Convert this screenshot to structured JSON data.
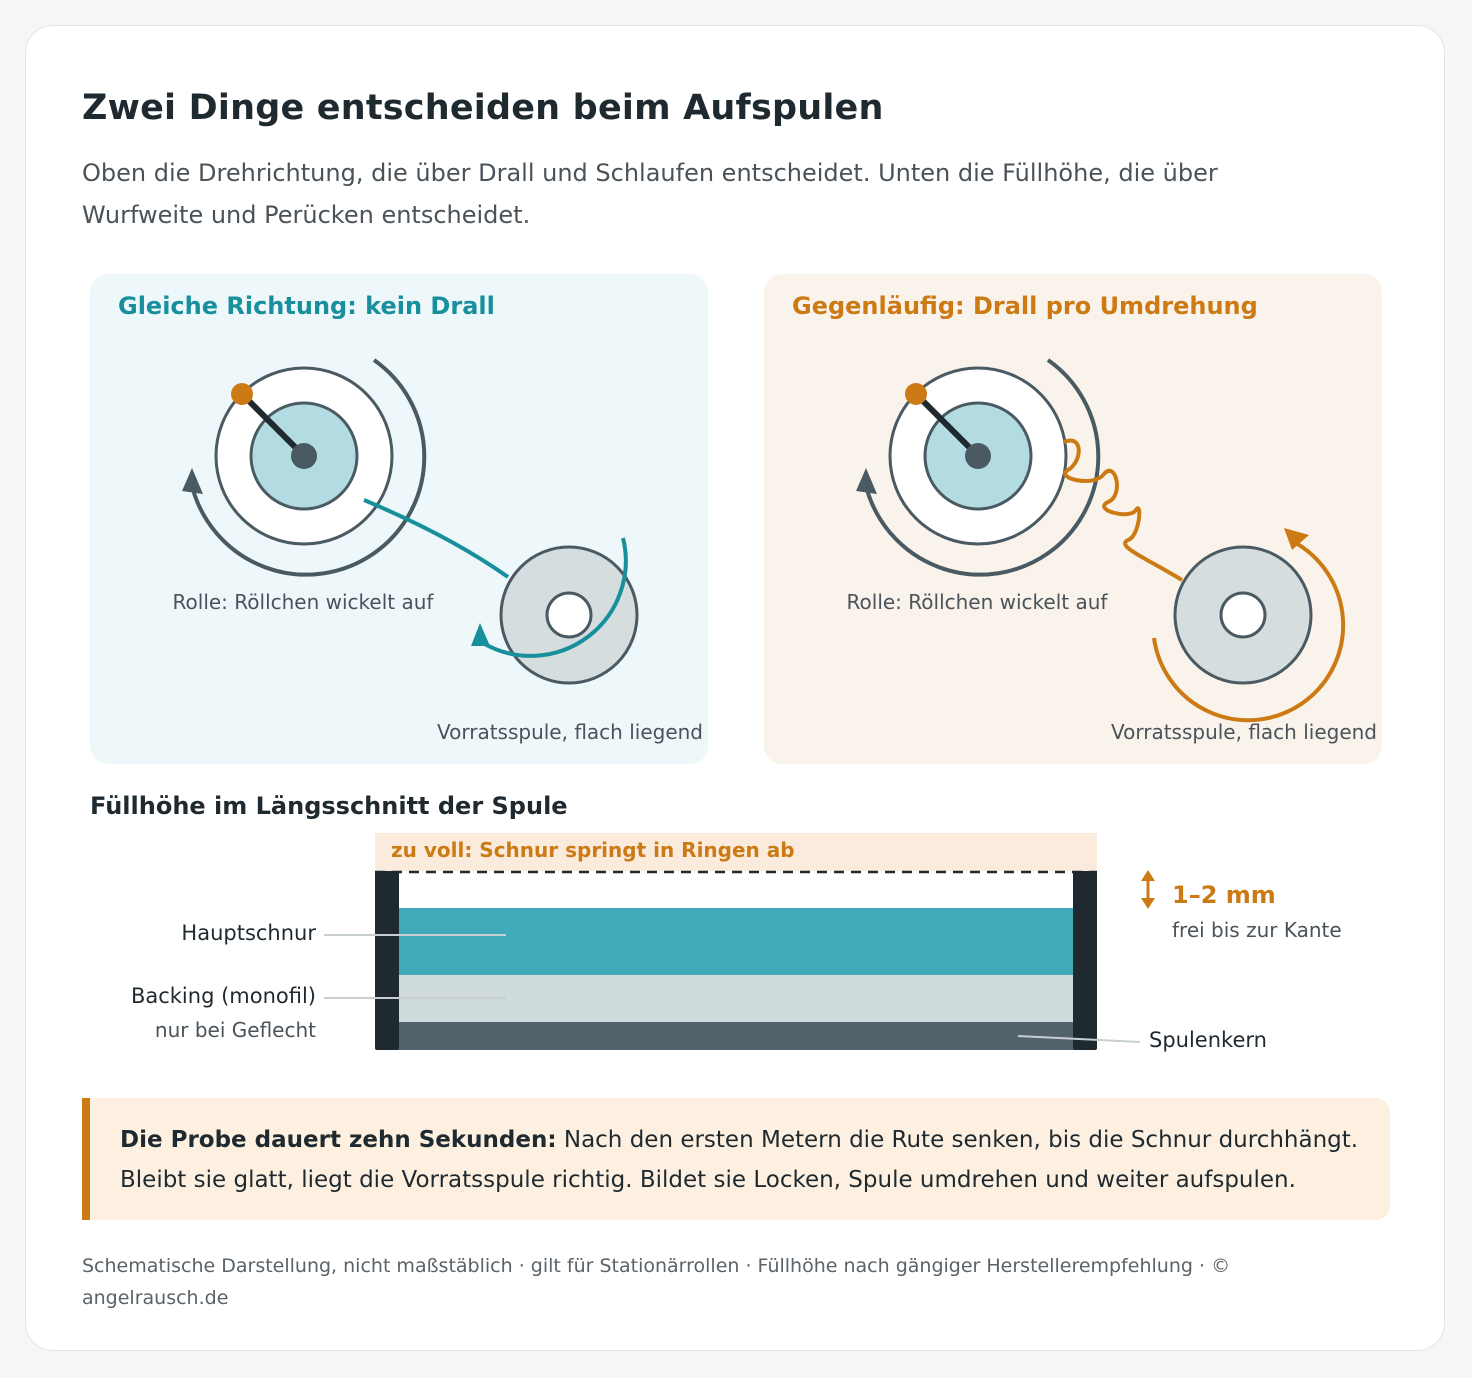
{
  "header": {
    "title": "Zwei Dinge entscheiden beim Aufspulen",
    "subtitle": "Oben die Drehrichtung, die über Drall und Schlaufen entscheidet. Unten die Füllhöhe, die über Wurfweite und Perücken entscheidet."
  },
  "panels": [
    {
      "title": "Gleiche Richtung: kein Drall",
      "reel_caption": "Rolle: Röllchen wickelt auf",
      "spool_caption": "Vorratsspule, flach liegend",
      "accent": "#178f9c",
      "background": "#eef8fa"
    },
    {
      "title": "Gegenläufig: Drall pro Umdrehung",
      "reel_caption": "Rolle: Röllchen wickelt auf",
      "spool_caption": "Vorratsspule, flach liegend",
      "accent": "#cc7a14",
      "background": "#faf3ec"
    }
  ],
  "fill": {
    "title": "Füllhöhe im Längsschnitt der Spule",
    "overfill_label": "zu voll: Schnur springt in Ringen ab",
    "main_line_label": "Hauptschnur",
    "backing_label": "Backing (monofil)",
    "backing_note": "nur bei Geflecht",
    "core_label": "Spulenkern",
    "gap_value": "1–2 mm",
    "gap_note": "frei bis zur Kante",
    "colors": {
      "main_line": "#41aab8",
      "backing": "#cfdbdd",
      "core": "#52636b",
      "flange": "#1f2a30"
    }
  },
  "callout": {
    "lead": "Die Probe dauert zehn Sekunden:",
    "text": " Nach den ersten Metern die Rute senken, bis die Schnur durchhängt. Bleibt sie glatt, liegt die Vorratsspule richtig. Bildet sie Locken, Spule umdrehen und weiter aufspulen."
  },
  "footer": "Schematische Darstellung, nicht maßstäblich · gilt für Stationärrollen · Füllhöhe nach gängiger Herstellerempfehlung · © angelrausch.de"
}
